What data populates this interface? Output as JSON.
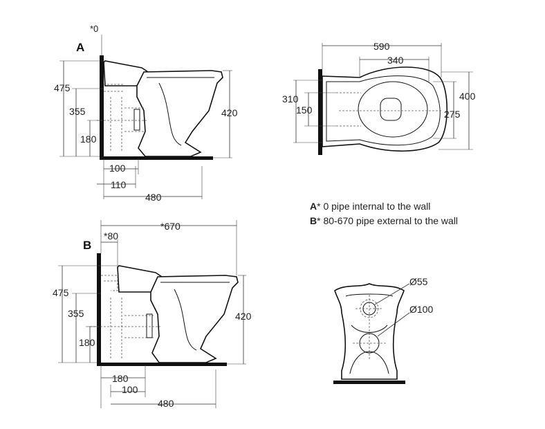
{
  "views": {
    "a": {
      "letter": "A",
      "top_offset": "*0",
      "h_475": "475",
      "h_355": "355",
      "h_180": "180",
      "h_420": "420",
      "w_100": "100",
      "w_110": "110",
      "w_480": "480"
    },
    "b": {
      "letter": "B",
      "top_offset": "*80",
      "w_670": "*670",
      "h_475": "475",
      "h_355": "355",
      "h_180": "180",
      "h_420": "420",
      "w_180": "180",
      "w_100": "100",
      "w_480": "480"
    },
    "plan": {
      "w_590": "590",
      "w_340": "340",
      "h_310": "310",
      "h_150": "150",
      "h_400": "400",
      "h_275": "275"
    },
    "rear": {
      "dia_55": "Ø55",
      "dia_100": "Ø100"
    }
  },
  "notes": {
    "a_label": "A",
    "a_text": "* 0  pipe internal to the wall",
    "b_label": "B",
    "b_text": "* 80-670 pipe external to the wall"
  }
}
